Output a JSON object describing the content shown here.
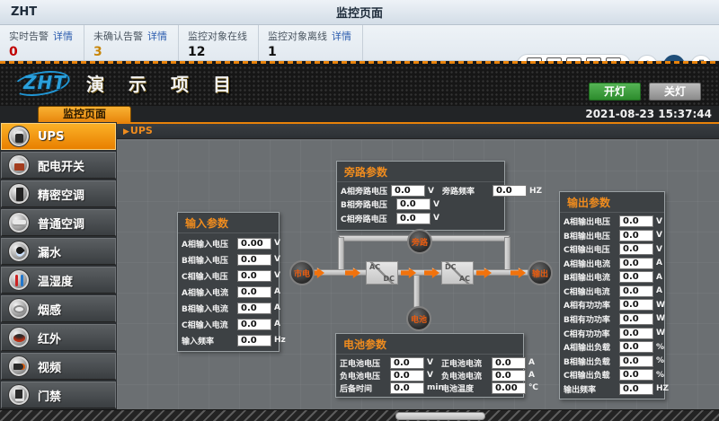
{
  "header": {
    "app_title": "ZHT",
    "page_title": "监控页面",
    "stats": [
      {
        "label": "实时告警",
        "link": "详情",
        "value": "0",
        "color": "#c00000"
      },
      {
        "label": "未确认告警",
        "link": "详情",
        "value": "3",
        "color": "#c8860a"
      },
      {
        "label": "监控对象在线",
        "link": "",
        "value": "12",
        "color": "#111111"
      },
      {
        "label": "监控对象离线",
        "link": "详情",
        "value": "1",
        "color": "#111111"
      }
    ],
    "tool_icons": [
      "home-icon",
      "one-to-one-icon",
      "fit-width-icon",
      "expand-icon",
      "settings-icon"
    ],
    "round_icons": [
      "bell-icon",
      "alarm-list-icon",
      "topology-icon"
    ]
  },
  "banner": {
    "logo_text": "ZHT",
    "project_title": "演 示 项 目",
    "light_on_label": "开灯",
    "light_off_label": "关灯"
  },
  "tabbar": {
    "active_tab": "监控页面",
    "timestamp": "2021-08-23 15:37:44"
  },
  "sidebar": {
    "items": [
      {
        "label": "UPS",
        "icon": "ups-icon",
        "active": true
      },
      {
        "label": "配电开关",
        "icon": "breaker-icon",
        "active": false
      },
      {
        "label": "精密空调",
        "icon": "precision-ac-icon",
        "active": false
      },
      {
        "label": "普通空调",
        "icon": "normal-ac-icon",
        "active": false
      },
      {
        "label": "漏水",
        "icon": "water-leak-icon",
        "active": false
      },
      {
        "label": "温湿度",
        "icon": "temp-humidity-icon",
        "active": false
      },
      {
        "label": "烟感",
        "icon": "smoke-icon",
        "active": false
      },
      {
        "label": "红外",
        "icon": "infrared-icon",
        "active": false
      },
      {
        "label": "视频",
        "icon": "video-icon",
        "active": false
      },
      {
        "label": "门禁",
        "icon": "door-access-icon",
        "active": false
      }
    ]
  },
  "main": {
    "section_marker": "▶",
    "section_label": "UPS",
    "panels": {
      "bypass": {
        "title": "旁路参数",
        "rows": [
          [
            {
              "label": "A相旁路电压",
              "value": "0.0",
              "unit": "V"
            },
            {
              "label": "旁路频率",
              "value": "0.0",
              "unit": "HZ"
            }
          ],
          [
            {
              "label": "B相旁路电压",
              "value": "0.0",
              "unit": "V"
            }
          ],
          [
            {
              "label": "C相旁路电压",
              "value": "0.0",
              "unit": "V"
            }
          ]
        ]
      },
      "input": {
        "title": "输入参数",
        "rows": [
          [
            {
              "label": "A相输入电压",
              "value": "0.00",
              "unit": "V"
            }
          ],
          [
            {
              "label": "B相输入电压",
              "value": "0.0",
              "unit": "V"
            }
          ],
          [
            {
              "label": "C相输入电压",
              "value": "0.0",
              "unit": "V"
            }
          ],
          [
            {
              "label": "A相输入电流",
              "value": "0.0",
              "unit": "A"
            }
          ],
          [
            {
              "label": "B相输入电流",
              "value": "0.0",
              "unit": "A"
            }
          ],
          [
            {
              "label": "C相输入电流",
              "value": "0.0",
              "unit": "A"
            }
          ],
          [
            {
              "label": "输入频率",
              "value": "0.0",
              "unit": "Hz"
            }
          ]
        ]
      },
      "output": {
        "title": "输出参数",
        "rows": [
          [
            {
              "label": "A相输出电压",
              "value": "0.0",
              "unit": "V"
            }
          ],
          [
            {
              "label": "B相输出电压",
              "value": "0.0",
              "unit": "V"
            }
          ],
          [
            {
              "label": "C相输出电压",
              "value": "0.0",
              "unit": "V"
            }
          ],
          [
            {
              "label": "A相输出电流",
              "value": "0.0",
              "unit": "A"
            }
          ],
          [
            {
              "label": "B相输出电流",
              "value": "0.0",
              "unit": "A"
            }
          ],
          [
            {
              "label": "C相输出电流",
              "value": "0.0",
              "unit": "A"
            }
          ],
          [
            {
              "label": "A相有功功率",
              "value": "0.0",
              "unit": "W"
            }
          ],
          [
            {
              "label": "B相有功功率",
              "value": "0.0",
              "unit": "W"
            }
          ],
          [
            {
              "label": "C相有功功率",
              "value": "0.0",
              "unit": "W"
            }
          ],
          [
            {
              "label": "A相输出负载",
              "value": "0.0",
              "unit": "%"
            }
          ],
          [
            {
              "label": "B相输出负载",
              "value": "0.0",
              "unit": "%"
            }
          ],
          [
            {
              "label": "C相输出负载",
              "value": "0.0",
              "unit": "%"
            }
          ],
          [
            {
              "label": "输出频率",
              "value": "0.0",
              "unit": "HZ"
            }
          ]
        ]
      },
      "battery": {
        "title": "电池参数",
        "rows": [
          [
            {
              "label": "正电池电压",
              "value": "0.0",
              "unit": "V"
            },
            {
              "label": "正电池电流",
              "value": "0.0",
              "unit": "A"
            }
          ],
          [
            {
              "label": "负电池电压",
              "value": "0.0",
              "unit": "V"
            },
            {
              "label": "负电池电流",
              "value": "0.0",
              "unit": "A"
            }
          ],
          [
            {
              "label": "后备时间",
              "value": "0.0",
              "unit": "min"
            },
            {
              "label": "电池温度",
              "value": "0.00",
              "unit": "℃"
            }
          ]
        ]
      }
    },
    "diagram": {
      "nodes": {
        "mains": "市电",
        "bypass": "旁路",
        "battery": "电池",
        "output": "输出"
      },
      "converter1": {
        "top": "AC",
        "bottom": "DC"
      },
      "converter2": {
        "top": "DC",
        "bottom": "AC"
      }
    },
    "accent_colors": {
      "title_orange": "#f08c1e",
      "arrow_orange": "#f2720c",
      "tab_orange": "#f9b233"
    }
  }
}
